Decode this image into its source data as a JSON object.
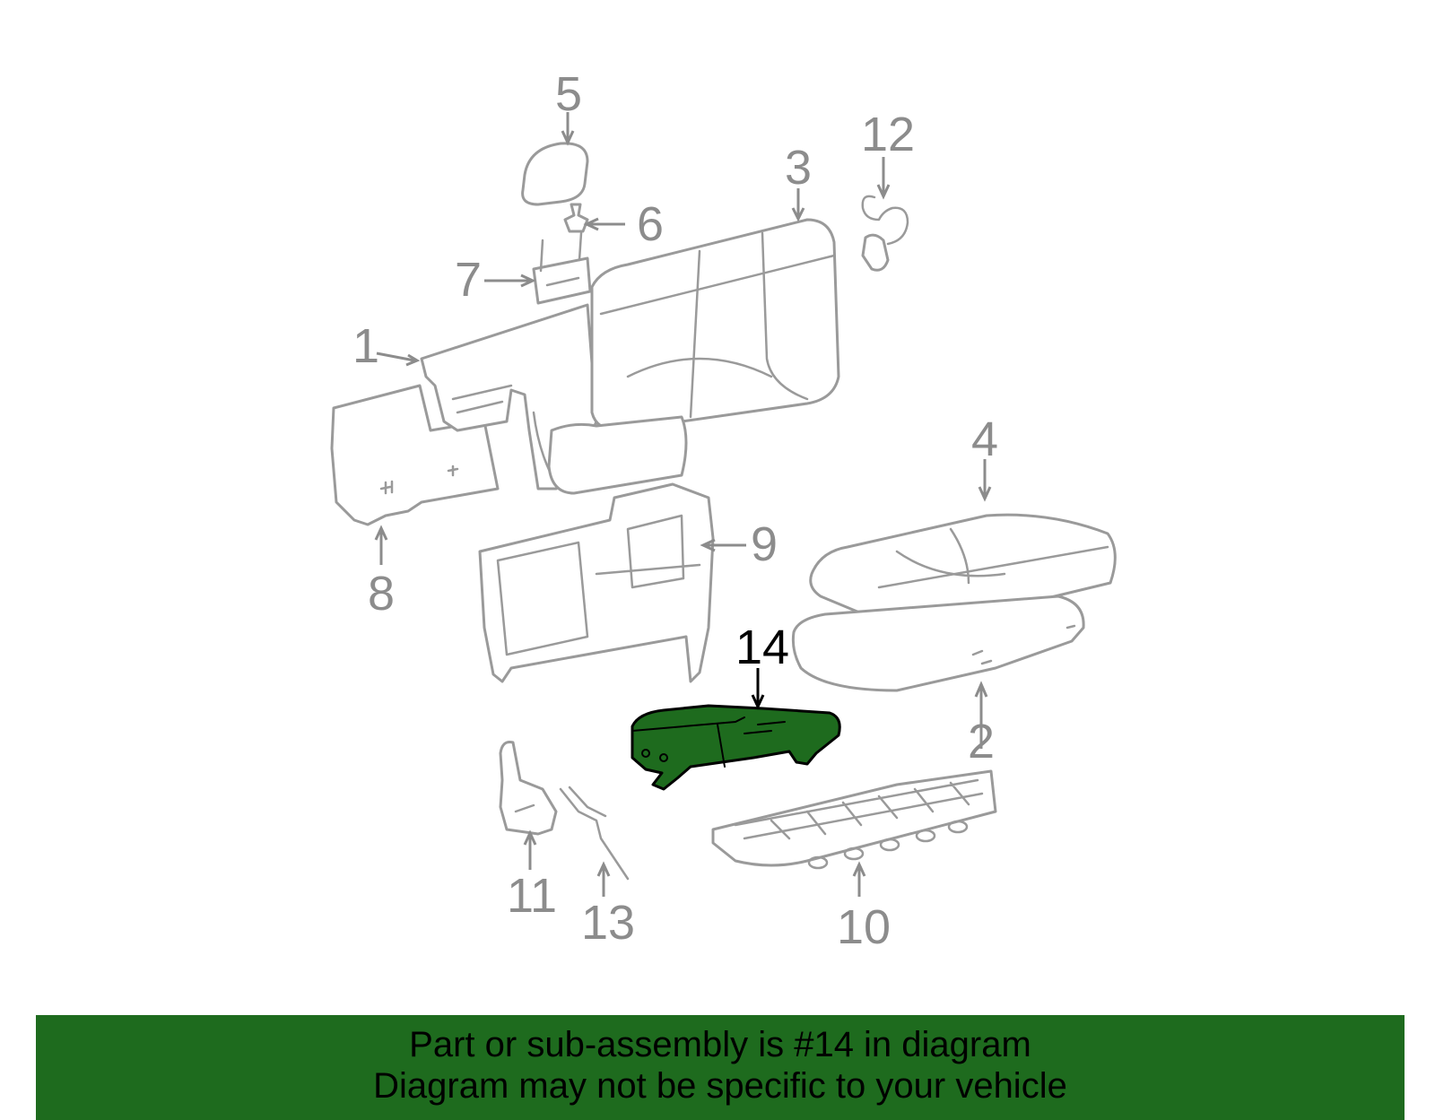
{
  "callouts": [
    {
      "id": "1",
      "label": "1",
      "highlighted": false
    },
    {
      "id": "2",
      "label": "2",
      "highlighted": false
    },
    {
      "id": "3",
      "label": "3",
      "highlighted": false
    },
    {
      "id": "4",
      "label": "4",
      "highlighted": false
    },
    {
      "id": "5",
      "label": "5",
      "highlighted": false
    },
    {
      "id": "6",
      "label": "6",
      "highlighted": false
    },
    {
      "id": "7",
      "label": "7",
      "highlighted": false
    },
    {
      "id": "8",
      "label": "8",
      "highlighted": false
    },
    {
      "id": "9",
      "label": "9",
      "highlighted": false
    },
    {
      "id": "10",
      "label": "10",
      "highlighted": false
    },
    {
      "id": "11",
      "label": "11",
      "highlighted": false
    },
    {
      "id": "12",
      "label": "12",
      "highlighted": false
    },
    {
      "id": "13",
      "label": "13",
      "highlighted": false
    },
    {
      "id": "14",
      "label": "14",
      "highlighted": true
    }
  ],
  "banner": {
    "line1": "Part or sub-assembly is #14 in diagram",
    "line2": "Diagram may not be specific to your vehicle"
  },
  "colors": {
    "highlight": "#1e6b1e",
    "part_outline": "#9a9a9a",
    "callout_text": "#8c8c8c",
    "banner_background": "#1e6b1e"
  }
}
